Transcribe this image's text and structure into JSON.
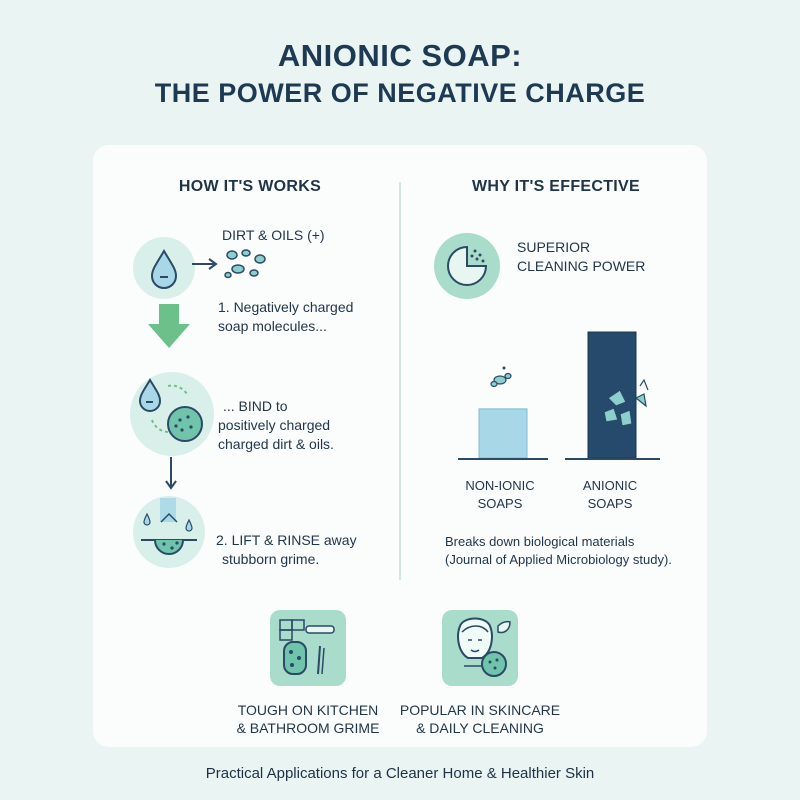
{
  "title": {
    "line1": "ANIONIC SOAP:",
    "line2": "THE POWER OF NEGATIVE CHARGE"
  },
  "how": {
    "heading": "HOW IT'S WORKS",
    "dirt_label": "DIRT & OILS (+)",
    "step1_line1": "1. Negatively charged",
    "step1_line2": "soap molecules...",
    "step2_line1": "... BIND to",
    "step2_line2": "positively charged",
    "step2_line3": "charged dirt & oils.",
    "step3_line1": "2. LIFT & RINSE away",
    "step3_line2": "stubborn grime."
  },
  "why": {
    "heading": "WHY IT'S EFFECTIVE",
    "power_line1": "SUPERIOR",
    "power_line2": "CLEANING POWER",
    "bar1_line1": "NON-IONIC",
    "bar1_line2": "SOAPS",
    "bar2_line1": "ANIONIC",
    "bar2_line2": "SOAPS",
    "note_line1": "Breaks down biological materials",
    "note_line2": "(Journal of Applied Microbiology study)."
  },
  "chart_data": {
    "type": "bar",
    "categories": [
      "NON-IONIC SOAPS",
      "ANIONIC SOAPS"
    ],
    "values": [
      0.39,
      1.0
    ],
    "colors": [
      "#a8d8e8",
      "#254a6b"
    ]
  },
  "uses": {
    "kitchen_line1": "TOUGH ON KITCHEN",
    "kitchen_line2": "& BATHROOM GRIME",
    "skin_line1": "POPULAR IN SKINCARE",
    "skin_line2": "& DAILY CLEANING"
  },
  "footer": "Practical Applications for a Cleaner Home & Healthier Skin",
  "colors": {
    "background": "#e9f4f3",
    "accent_green": "#6cc08a",
    "navy": "#254a6b",
    "light_blue": "#a8d8e8",
    "mint": "#a9dccb"
  },
  "icons": [
    "water-drop-icon",
    "dirt-particles-icon",
    "down-arrow-icon",
    "magnet-particle-icon",
    "rinse-icon",
    "pie-chart-icon",
    "sponge-brush-icon",
    "face-leaf-icon"
  ]
}
